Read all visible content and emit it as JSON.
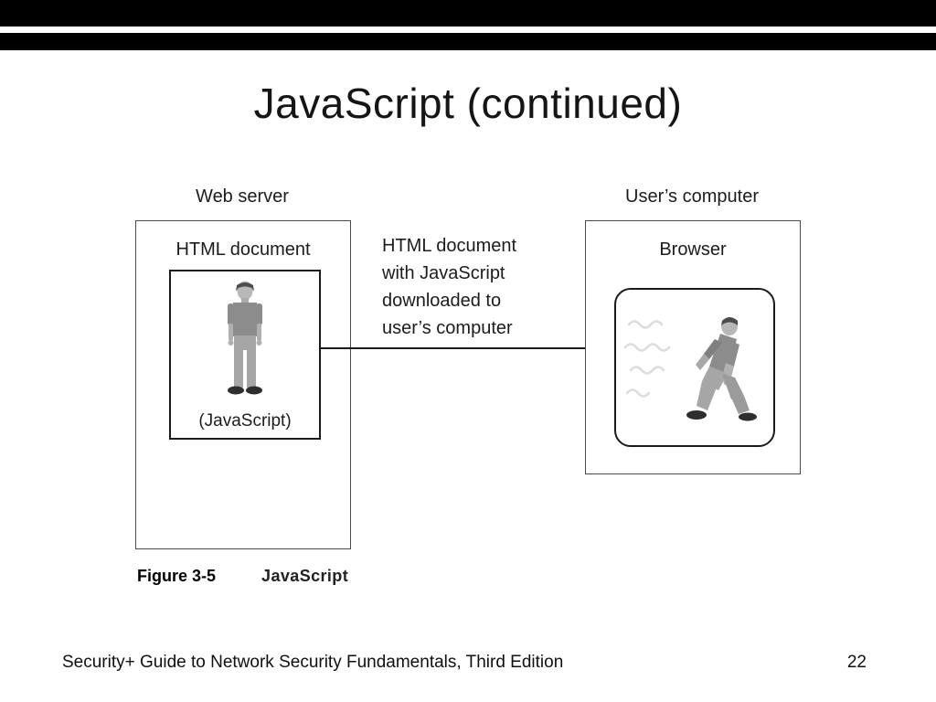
{
  "slide": {
    "title": "JavaScript (continued)"
  },
  "diagram": {
    "web_server_label": "Web server",
    "users_computer_label": "User’s computer",
    "html_document_label": "HTML document",
    "javascript_label": "(JavaScript)",
    "browser_label": "Browser",
    "arrow_label_lines": {
      "0": "HTML document",
      "1": "with JavaScript",
      "2": "downloaded to",
      "3": "user’s computer"
    },
    "figure_number": "Figure 3-5",
    "figure_caption": "JavaScript"
  },
  "footer": {
    "text": "Security+ Guide to Network Security Fundamentals, Third Edition",
    "page_number": "22"
  },
  "colors": {
    "top_bar": "#000000",
    "text": "#1c1c1c",
    "figure_shirt_gray": "#8c8c8c",
    "figure_pants_gray": "#a6a6a6",
    "squiggle_gray": "#dcdcdc"
  }
}
